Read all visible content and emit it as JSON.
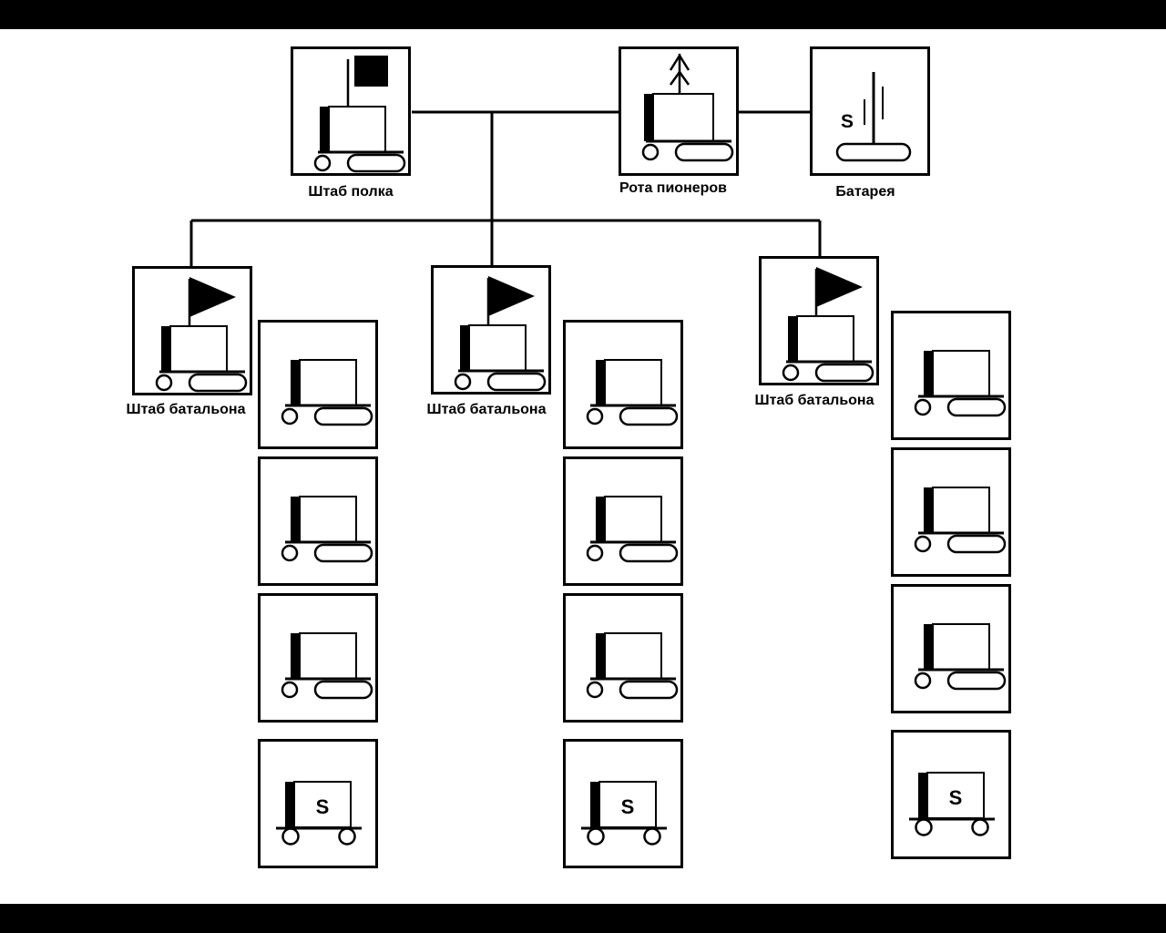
{
  "diagram": {
    "regiment_hq": {
      "label": "Штаб полка",
      "symbol": "tracked-vehicle-flag-icon"
    },
    "pioneer_company": {
      "label": "Рота пионеров",
      "symbol": "tracked-vehicle-arrow-icon"
    },
    "battery": {
      "label": "Батарея",
      "symbol": "artillery-icon",
      "letter": "S"
    },
    "battalions": [
      {
        "hq_label": "Штаб батальона",
        "subunits": [
          {
            "symbol": "tracked-vehicle-icon"
          },
          {
            "symbol": "tracked-vehicle-icon"
          },
          {
            "symbol": "tracked-vehicle-icon"
          },
          {
            "symbol": "wheeled-vehicle-icon",
            "letter": "S"
          }
        ]
      },
      {
        "hq_label": "Штаб батальона",
        "subunits": [
          {
            "symbol": "tracked-vehicle-icon"
          },
          {
            "symbol": "tracked-vehicle-icon"
          },
          {
            "symbol": "tracked-vehicle-icon"
          },
          {
            "symbol": "wheeled-vehicle-icon",
            "letter": "S"
          }
        ]
      },
      {
        "hq_label": "Штаб батальона",
        "subunits": [
          {
            "symbol": "tracked-vehicle-icon"
          },
          {
            "symbol": "tracked-vehicle-icon"
          },
          {
            "symbol": "tracked-vehicle-icon"
          },
          {
            "symbol": "wheeled-vehicle-icon",
            "letter": "S"
          }
        ]
      }
    ]
  }
}
